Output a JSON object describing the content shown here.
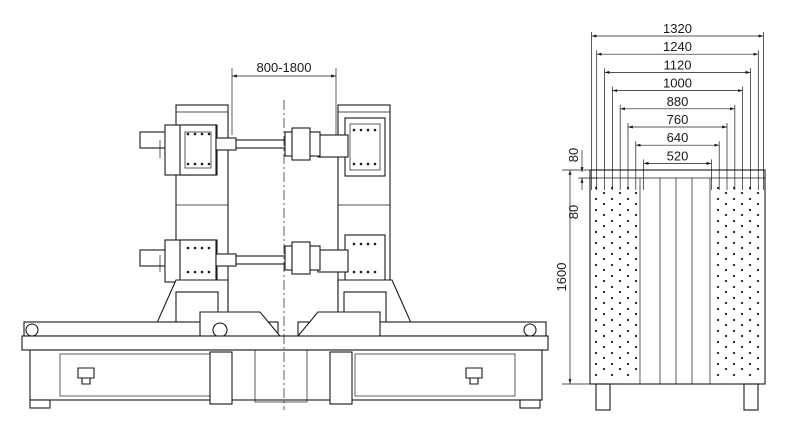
{
  "front_view": {
    "span_label": "800-1800"
  },
  "side_view": {
    "widths": [
      "1320",
      "1240",
      "1120",
      "1000",
      "880",
      "760",
      "640",
      "520"
    ],
    "height_label": "1600",
    "pitch_top": "80",
    "pitch_side": "80"
  }
}
